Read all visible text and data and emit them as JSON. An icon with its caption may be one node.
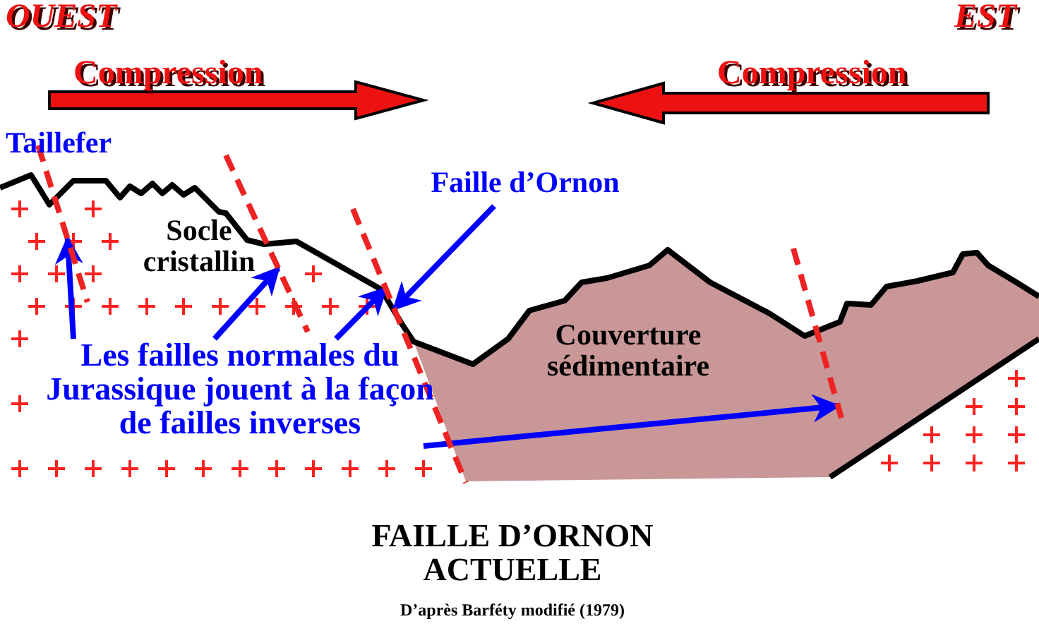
{
  "diagram": {
    "title": "FAILLE D’ORNON ACTUELLE",
    "caption": "D’après Barféty modifié (1979)",
    "nodes": [
      {
        "text": [
          "Faille d’Ornon"
        ]
      },
      {
        "text": [
          "Les failles normales du Jurassique jouent à la façon de failles inverses"
        ]
      },
      {
        "text": [],
        "shape": "line"
      },
      {
        "text": [],
        "shape": "line"
      },
      {
        "text": [],
        "shape": "line"
      },
      {
        "text": [],
        "shape": "line"
      }
    ],
    "edges": [
      {
        "from": 1,
        "to": 2,
        "arrow": "to"
      },
      {
        "from": 1,
        "to": 3,
        "arrow": "to"
      },
      {
        "from": 1,
        "to": 4,
        "arrow": "to"
      },
      {
        "from": 0,
        "to": 4,
        "arrow": "to"
      },
      {
        "from": 1,
        "to": 5,
        "arrow": "to"
      }
    ],
    "labels": [
      "OUEST",
      "EST",
      "Compression",
      "Compression",
      "Taillefer",
      "Socle cristallin",
      "Couverture sédimentaire"
    ]
  }
}
